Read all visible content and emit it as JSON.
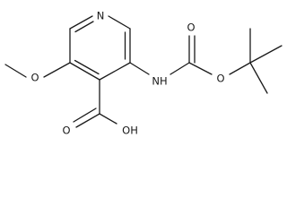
{
  "structure": {
    "atoms": {
      "ring_nitrogen": "N",
      "amide_nh": "NH",
      "carbonyl_oxygen": "O",
      "ester_oxygen": "O",
      "methoxy_oxygen": "O",
      "acid_carbonyl_oxygen": "O",
      "acid_hydroxyl": "OH"
    }
  }
}
